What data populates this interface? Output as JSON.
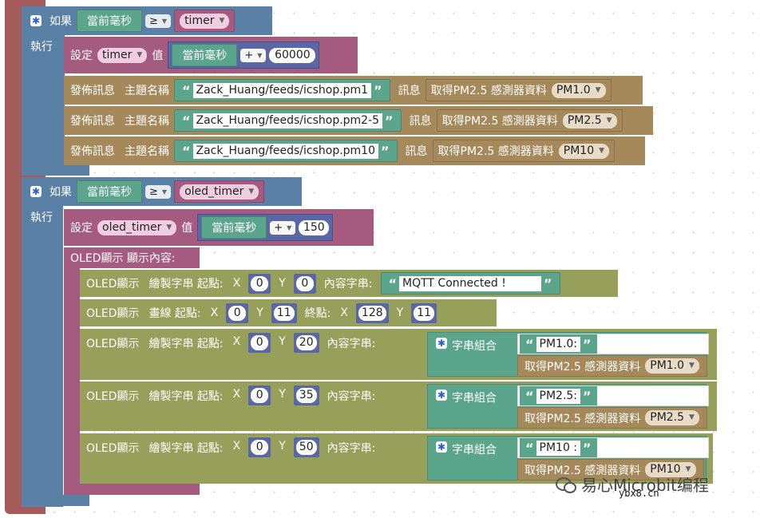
{
  "labels": {
    "if": "如果",
    "do": "執行",
    "set": "設定",
    "to": "值"
  },
  "block1": {
    "cond": {
      "left": "當前毫秒",
      "op": "≥",
      "var": "timer"
    },
    "set": {
      "var": "timer",
      "expr_left": "當前毫秒",
      "expr_op": "+",
      "expr_right": "60000"
    },
    "publishes": [
      {
        "label": "發佈訊息",
        "topic_label": "主題名稱",
        "topic": "Zack_Huang/feeds/icshop.pm1",
        "msg_label": "訊息",
        "reading": "取得PM2.5 感測器資料",
        "option": "PM1.0"
      },
      {
        "label": "發佈訊息",
        "topic_label": "主題名稱",
        "topic": "Zack_Huang/feeds/icshop.pm2-5",
        "msg_label": "訊息",
        "reading": "取得PM2.5 感測器資料",
        "option": "PM2.5"
      },
      {
        "label": "發佈訊息",
        "topic_label": "主題名稱",
        "topic": "Zack_Huang/feeds/icshop.pm10",
        "msg_label": "訊息",
        "reading": "取得PM2.5 感測器資料",
        "option": "PM10"
      }
    ]
  },
  "block2": {
    "cond": {
      "left": "當前毫秒",
      "op": "≥",
      "var": "oled_timer"
    },
    "set": {
      "var": "oled_timer",
      "expr_left": "當前毫秒",
      "expr_op": "+",
      "expr_right": "150"
    },
    "oled_display": "OLED顯示  顯示內容:",
    "draw_text1": {
      "prefix": "OLED顯示",
      "action": "繪製字串 起點:",
      "x_label": "X",
      "x": "0",
      "y_label": "Y",
      "y": "0",
      "content_label": "內容字串:",
      "text": "MQTT Connected !"
    },
    "draw_line": {
      "prefix": "OLED顯示",
      "action": "畫線 起點:",
      "x_label": "X",
      "x": "0",
      "y_label": "Y",
      "y": "11",
      "end_label": "終點:",
      "x2_label": "X",
      "x2": "128",
      "y2_label": "Y",
      "y2": "11"
    },
    "draw_joins": [
      {
        "prefix": "OLED顯示",
        "action": "繪製字串 起點:",
        "x_label": "X",
        "x": "0",
        "y_label": "Y",
        "y": "20",
        "content_label": "內容字串:",
        "join_label": "字串組合",
        "str": "PM1.0:",
        "reading": "取得PM2.5 感測器資料",
        "option": "PM1.0"
      },
      {
        "prefix": "OLED顯示",
        "action": "繪製字串 起點:",
        "x_label": "X",
        "x": "0",
        "y_label": "Y",
        "y": "35",
        "content_label": "內容字串:",
        "join_label": "字串組合",
        "str": "PM2.5:",
        "reading": "取得PM2.5 感測器資料",
        "option": "PM2.5"
      },
      {
        "prefix": "OLED顯示",
        "action": "繪製字串 起點:",
        "x_label": "X",
        "x": "0",
        "y_label": "Y",
        "y": "50",
        "content_label": "內容字串:",
        "join_label": "字串組合",
        "str": "PM10 :",
        "reading": "取得PM2.5 感測器資料",
        "option": "PM10"
      }
    ]
  },
  "watermark": {
    "brand": "易心Microbit编程",
    "site": "ybx8.cn"
  },
  "colors": {
    "logic": "#5b80a5",
    "variables": "#a55b80",
    "mqtt": "#a5895b",
    "oled": "#96a05a",
    "text": "#5ba58c",
    "math": "#5b67a5",
    "outer": "#a55b5b"
  }
}
